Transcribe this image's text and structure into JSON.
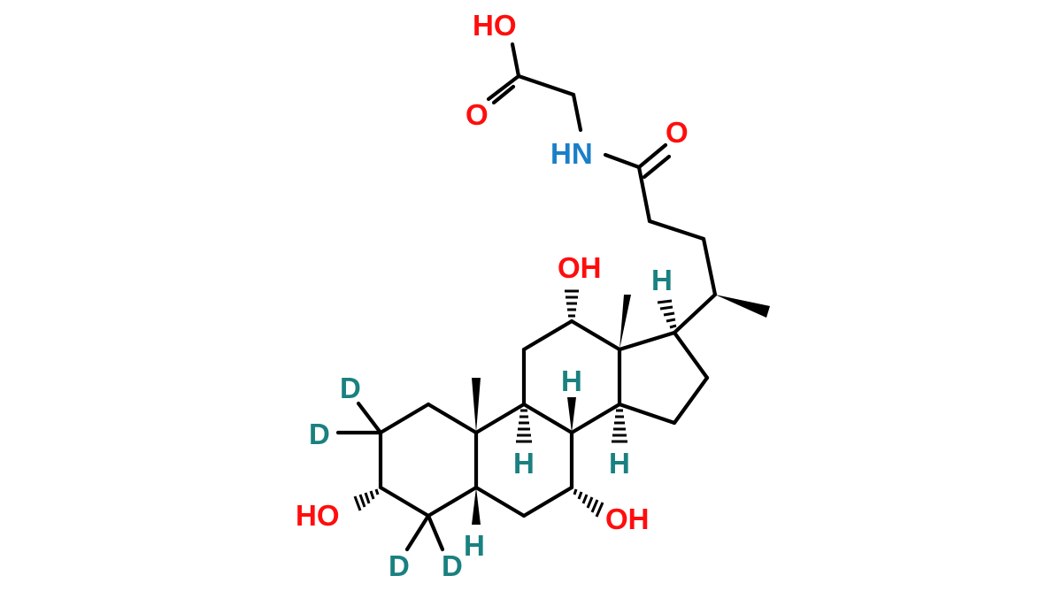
{
  "figure": {
    "type": "chemical-structure",
    "description": "Glycocholic acid-d4 skeletal formula",
    "colors": {
      "bond": "#000000",
      "oxygen": "#ff0d0d",
      "nitrogen": "#1a7fc8",
      "hydrogen": "#1a8080",
      "deuterium": "#1a8080"
    },
    "labels": {
      "acid_oh": "HO",
      "acid_o": "O",
      "amide_nh": "HN",
      "amide_o": "O",
      "oh_12": "OH",
      "h_17": "H",
      "h_8": "H",
      "h_9": "H",
      "h_14": "H",
      "h_5": "H",
      "oh_3": "HO",
      "oh_7": "OH",
      "d_2a": "D",
      "d_2b": "D",
      "d_4a": "D",
      "d_4b": "D"
    }
  }
}
